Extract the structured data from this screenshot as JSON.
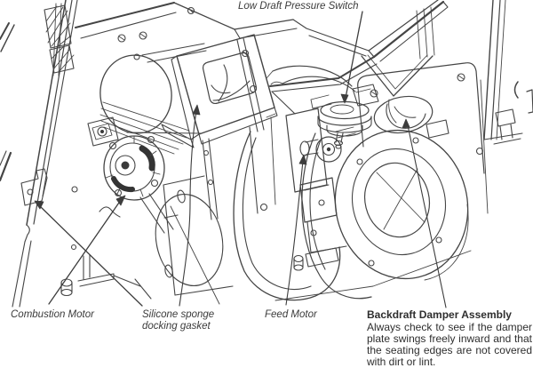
{
  "colors": {
    "background": "#ffffff",
    "line": "#454545",
    "line_dark": "#333333",
    "text": "#3b3b3b"
  },
  "callouts": {
    "low_draft_pressure_switch": "Low Draft Pressure Switch",
    "combustion_motor": "Combustion Motor",
    "silicone_gasket": {
      "line1": "Silicone sponge",
      "line2": "docking gasket"
    },
    "feed_motor": "Feed Motor",
    "backdraft": {
      "title": "Backdraft Damper Assembly",
      "body": "Always check to see if the damper plate swings freely inward and that the seating edges are not covered with dirt or lint."
    }
  }
}
